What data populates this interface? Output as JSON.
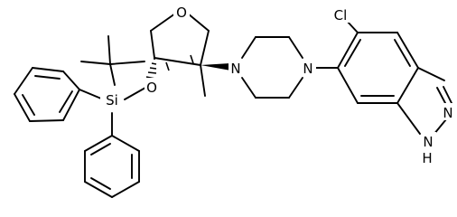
{
  "molecule": {
    "atoms": {
      "ring_oxygen": "O",
      "silyl_ether_oxygen": "O",
      "silicon": "Si",
      "piperazine_n_left": "N",
      "piperazine_n_right": "N",
      "chlorine": "Cl",
      "indazole_n_upper": "N",
      "indazole_nh": "N",
      "indazole_nh_h": "H"
    }
  }
}
